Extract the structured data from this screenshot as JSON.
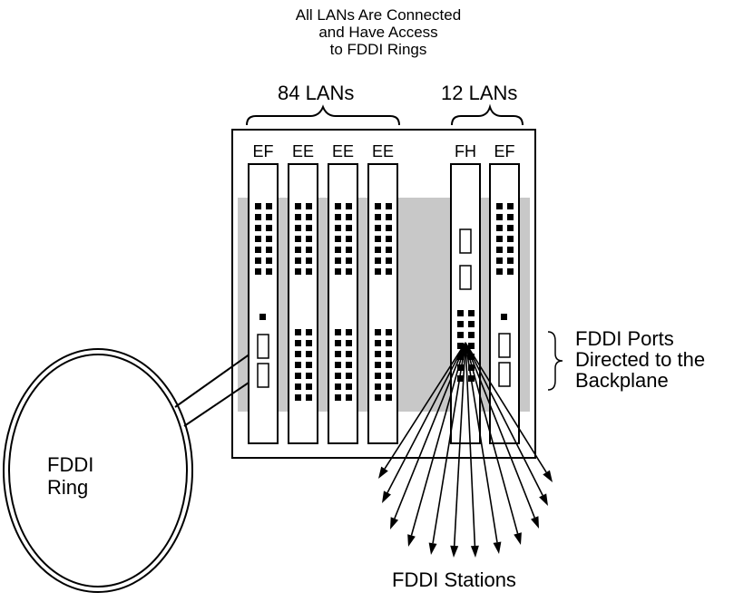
{
  "header_note": [
    "All LANs Are Connected",
    "and Have Access",
    "to FDDI Rings"
  ],
  "groups": {
    "left": "84 LANs",
    "right": "12 LANs"
  },
  "modules": [
    "EF",
    "EE",
    "EE",
    "EE",
    "FH",
    "EF"
  ],
  "ports_label": [
    "FDDI Ports",
    "Directed to the",
    "Backplane"
  ],
  "ring_label": [
    "FDDI",
    "Ring"
  ],
  "stations_label": "FDDI Stations",
  "colors": {
    "backplane": "#c8c8c8",
    "line": "#000000",
    "port": "#000000"
  }
}
